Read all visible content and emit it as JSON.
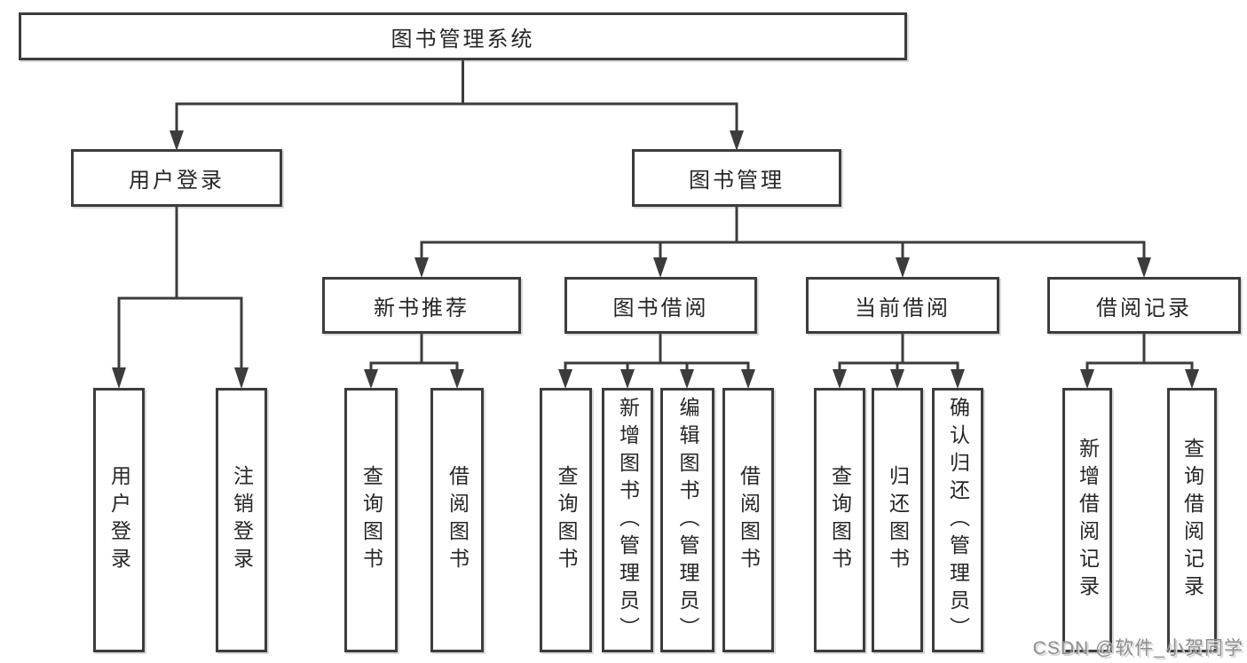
{
  "tree": {
    "root": {
      "label": "图书管理系统",
      "children": [
        {
          "label": "用户登录",
          "children": [
            {
              "label": "用户登录"
            },
            {
              "label": "注销登录"
            }
          ]
        },
        {
          "label": "图书管理",
          "children": [
            {
              "label": "新书推荐",
              "children": [
                {
                  "label": "查询图书"
                },
                {
                  "label": "借阅图书"
                }
              ]
            },
            {
              "label": "图书借阅",
              "children": [
                {
                  "label": "查询图书"
                },
                {
                  "label": "新增图书（管理员）"
                },
                {
                  "label": "编辑图书（管理员）"
                },
                {
                  "label": "借阅图书"
                }
              ]
            },
            {
              "label": "当前借阅",
              "children": [
                {
                  "label": "查询图书"
                },
                {
                  "label": "归还图书"
                },
                {
                  "label": "确认归还（管理员）"
                }
              ]
            },
            {
              "label": "借阅记录",
              "children": [
                {
                  "label": "新增借阅记录"
                },
                {
                  "label": "查询借阅记录"
                }
              ]
            }
          ]
        }
      ]
    }
  },
  "watermark": {
    "text": "CSDN @软件_小贺同学"
  },
  "colors": {
    "line": "#3c3c3c",
    "text": "#262626",
    "watermark": "#8e8e8e",
    "watermark_shadow": "#d4d4d4",
    "background": "#ffffff"
  }
}
